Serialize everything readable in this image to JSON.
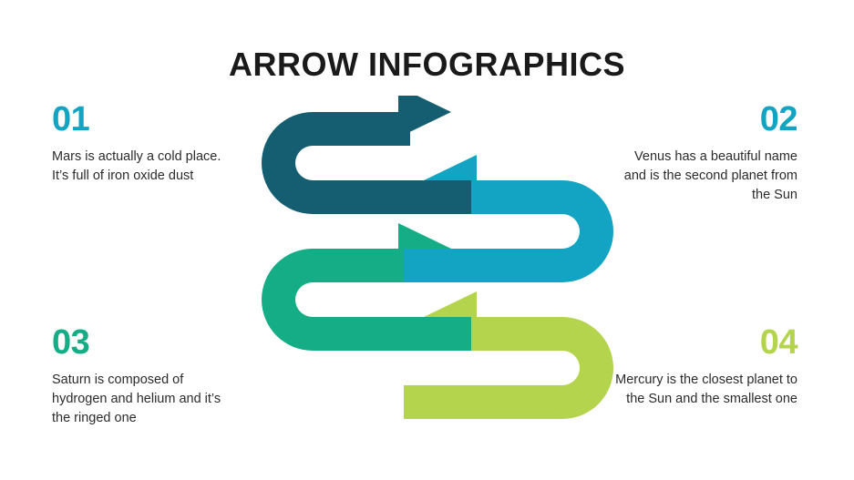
{
  "header": {
    "title": "ARROW INFOGRAPHICS"
  },
  "colors": {
    "dark_teal": "#155E72",
    "cyan": "#13A4C4",
    "green": "#14AD85",
    "lime": "#B4D44D",
    "text": "#2b2b2b",
    "title": "#1a1a1a",
    "background": "#ffffff"
  },
  "items": [
    {
      "number": "01",
      "color": "#13A4C4",
      "text": "Mars is actually a cold place. It’s full of iron oxide dust",
      "align": "left"
    },
    {
      "number": "02",
      "color": "#13A4C4",
      "text": "Venus has a beautiful name and is the second planet from the Sun",
      "align": "right"
    },
    {
      "number": "03",
      "color": "#14AD85",
      "text": "Saturn is composed of hydrogen and helium and it’s the ringed one",
      "align": "left"
    },
    {
      "number": "04",
      "color": "#B4D44D",
      "text": "Mercury is the closest planet to the Sun and the smallest one",
      "align": "right"
    }
  ],
  "diagram": {
    "type": "serpentine-arrow-infographic",
    "arrow_count": 4,
    "arrows": [
      {
        "id": "arrow-1",
        "color": "#155E72",
        "direction": "right",
        "bend": "left",
        "label": "01"
      },
      {
        "id": "arrow-2",
        "color": "#13A4C4",
        "direction": "left",
        "bend": "right",
        "label": "02"
      },
      {
        "id": "arrow-3",
        "color": "#14AD85",
        "direction": "right",
        "bend": "left",
        "label": "03"
      },
      {
        "id": "arrow-4",
        "color": "#B4D44D",
        "direction": "left",
        "bend": "right",
        "label": "04"
      }
    ]
  }
}
